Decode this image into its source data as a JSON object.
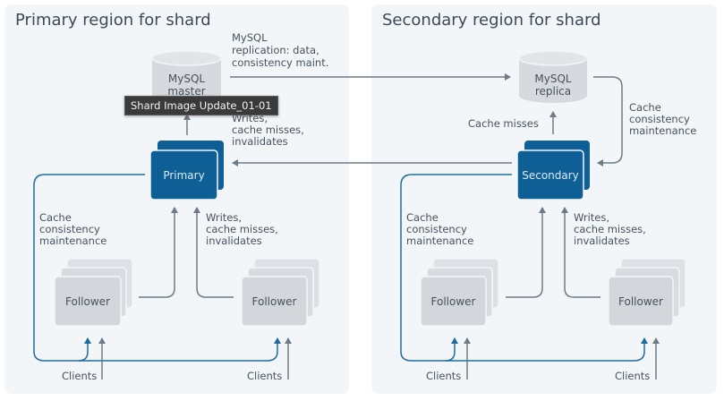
{
  "colors": {
    "panel_bg": "#f2f6f9",
    "primary_blue": "#0d5f96",
    "cache_blue": "#1f6aa0",
    "gray_box": "#d3d7dc",
    "gray_box_back": "#dde1e5",
    "db_gray": "#d6d9dd",
    "arrow_gray": "#6e7a86",
    "text": "#48525d"
  },
  "regions": {
    "primary": {
      "title": "Primary region for shard",
      "db_label_1": "MySQL",
      "db_label_2": "master",
      "leader_label": "Primary",
      "writes_top": [
        "Writes,",
        "cache misses,",
        "invalidates"
      ],
      "cache_consistency": [
        "Cache",
        "consistency",
        "maintenance"
      ],
      "writes_bottom": [
        "Writes,",
        "cache misses,",
        "invalidates"
      ],
      "follower_left": "Follower",
      "follower_right": "Follower",
      "clients_left": "Clients",
      "clients_right": "Clients"
    },
    "secondary": {
      "title": "Secondary region for shard",
      "db_label_1": "MySQL",
      "db_label_2": "replica",
      "leader_label": "Secondary",
      "cache_misses": "Cache misses",
      "cache_consistency_top": [
        "Cache",
        "consistency",
        "maintenance"
      ],
      "cache_consistency": [
        "Cache",
        "consistency",
        "maintenance"
      ],
      "writes_bottom": [
        "Writes,",
        "cache misses,",
        "invalidates"
      ],
      "follower_left": "Follower",
      "follower_right": "Follower",
      "clients_left": "Clients",
      "clients_right": "Clients"
    }
  },
  "replication_label": [
    "MySQL",
    "replication: data,",
    "consistency maint."
  ],
  "tooltip": "Shard Image Update_01-01"
}
